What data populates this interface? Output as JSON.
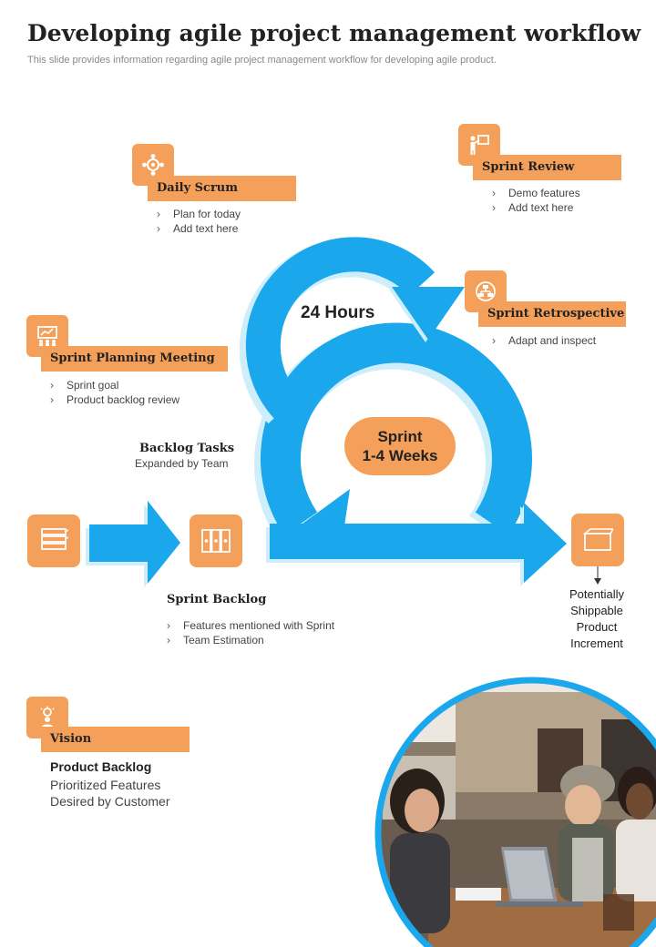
{
  "header": {
    "title": "Developing agile project management workflow",
    "subtitle": "This slide provides information regarding agile project management workflow for developing agile product."
  },
  "daily_scrum": {
    "label": "Daily Scrum",
    "bullets": [
      "Plan for today",
      "Add text here"
    ]
  },
  "sprint_review": {
    "label": "Sprint Review",
    "bullets": [
      "Demo features",
      "Add text here"
    ]
  },
  "sprint_retrospective": {
    "label": "Sprint Retrospective",
    "bullets": [
      "Adapt and inspect"
    ]
  },
  "sprint_planning": {
    "label": "Sprint Planning Meeting",
    "bullets": [
      "Sprint goal",
      "Product backlog review"
    ]
  },
  "cycle": {
    "hours": "24 Hours",
    "sprint_line1": "Sprint",
    "sprint_line2": "1-4 Weeks"
  },
  "backlog_tasks": {
    "title": "Backlog Tasks",
    "subtitle": "Expanded by Team"
  },
  "sprint_backlog": {
    "label": "Sprint Backlog",
    "bullets": [
      "Features mentioned with Sprint",
      "Team Estimation"
    ]
  },
  "increment": {
    "lines": [
      "Potentially",
      "Shippable",
      "Product",
      "Increment"
    ]
  },
  "vision": {
    "label": "Vision",
    "product_backlog": "Product Backlog",
    "lines": [
      "Prioritized Features",
      "Desired by Customer"
    ]
  },
  "colors": {
    "orange": "#f5a05a",
    "blue": "#1aa7ec",
    "light_blue": "#cfeefc"
  },
  "icons": {
    "daily_scrum": "team-meeting-icon",
    "sprint_review": "presentation-review-icon",
    "sprint_retrospective": "network-retrospective-icon",
    "sprint_planning": "planning-board-icon",
    "vision": "idea-person-icon",
    "product_backlog": "stacked-layers-icon",
    "sprint_backlog": "folders-icon",
    "increment": "box-icon"
  }
}
